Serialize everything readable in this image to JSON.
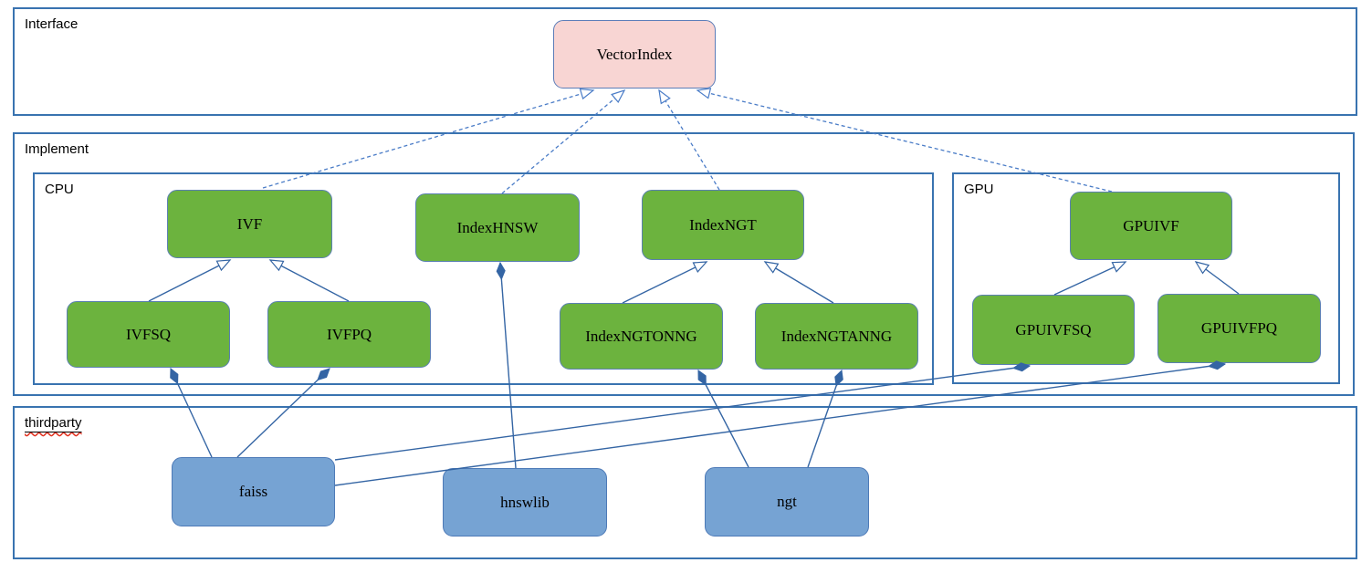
{
  "containers": {
    "interface": {
      "label": "Interface"
    },
    "implement": {
      "label": "Implement"
    },
    "cpu": {
      "label": "CPU"
    },
    "gpu": {
      "label": "GPU"
    },
    "thirdparty": {
      "label": "thirdparty"
    }
  },
  "nodes": {
    "vectorindex": {
      "label": "VectorIndex"
    },
    "ivf": {
      "label": "IVF"
    },
    "indexhnsw": {
      "label": "IndexHNSW"
    },
    "indexngt": {
      "label": "IndexNGT"
    },
    "ivfsq": {
      "label": "IVFSQ"
    },
    "ivfpq": {
      "label": "IVFPQ"
    },
    "indexngtonng": {
      "label": "IndexNGTONNG"
    },
    "indexngtanng": {
      "label": "IndexNGTANNG"
    },
    "gpuivf": {
      "label": "GPUIVF"
    },
    "gpuivfsq": {
      "label": "GPUIVFSQ"
    },
    "gpuivfpq": {
      "label": "GPUIVFPQ"
    },
    "faiss": {
      "label": "faiss"
    },
    "hnswlib": {
      "label": "hnswlib"
    },
    "ngt": {
      "label": "ngt"
    }
  },
  "relations": [
    {
      "from": "IVF",
      "to": "VectorIndex",
      "kind": "implements"
    },
    {
      "from": "IndexHNSW",
      "to": "VectorIndex",
      "kind": "implements"
    },
    {
      "from": "IndexNGT",
      "to": "VectorIndex",
      "kind": "implements"
    },
    {
      "from": "GPUIVF",
      "to": "VectorIndex",
      "kind": "implements"
    },
    {
      "from": "IVFSQ",
      "to": "IVF",
      "kind": "extends"
    },
    {
      "from": "IVFPQ",
      "to": "IVF",
      "kind": "extends"
    },
    {
      "from": "IndexNGTONNG",
      "to": "IndexNGT",
      "kind": "extends"
    },
    {
      "from": "IndexNGTANNG",
      "to": "IndexNGT",
      "kind": "extends"
    },
    {
      "from": "GPUIVFSQ",
      "to": "GPUIVF",
      "kind": "extends"
    },
    {
      "from": "GPUIVFPQ",
      "to": "GPUIVF",
      "kind": "extends"
    },
    {
      "from": "faiss",
      "to": "IVFSQ",
      "kind": "composition"
    },
    {
      "from": "faiss",
      "to": "IVFPQ",
      "kind": "composition"
    },
    {
      "from": "faiss",
      "to": "GPUIVFSQ",
      "kind": "composition"
    },
    {
      "from": "faiss",
      "to": "GPUIVFPQ",
      "kind": "composition"
    },
    {
      "from": "hnswlib",
      "to": "IndexHNSW",
      "kind": "composition"
    },
    {
      "from": "ngt",
      "to": "IndexNGTONNG",
      "kind": "composition"
    },
    {
      "from": "ngt",
      "to": "IndexNGTANNG",
      "kind": "composition"
    }
  ],
  "colors": {
    "container_border": "#3973B0",
    "node_green_fill": "#6CB33E",
    "node_green_border": "#5B80B2",
    "node_blue_fill": "#76A3D3",
    "node_blue_border": "#4D7AB7",
    "node_pink_fill": "#F8D5D3",
    "node_pink_border": "#5C7DB8",
    "edge_solid": "#3465A4",
    "edge_dashed": "#4A7CC7",
    "spellcheck_red": "#E0301E"
  }
}
